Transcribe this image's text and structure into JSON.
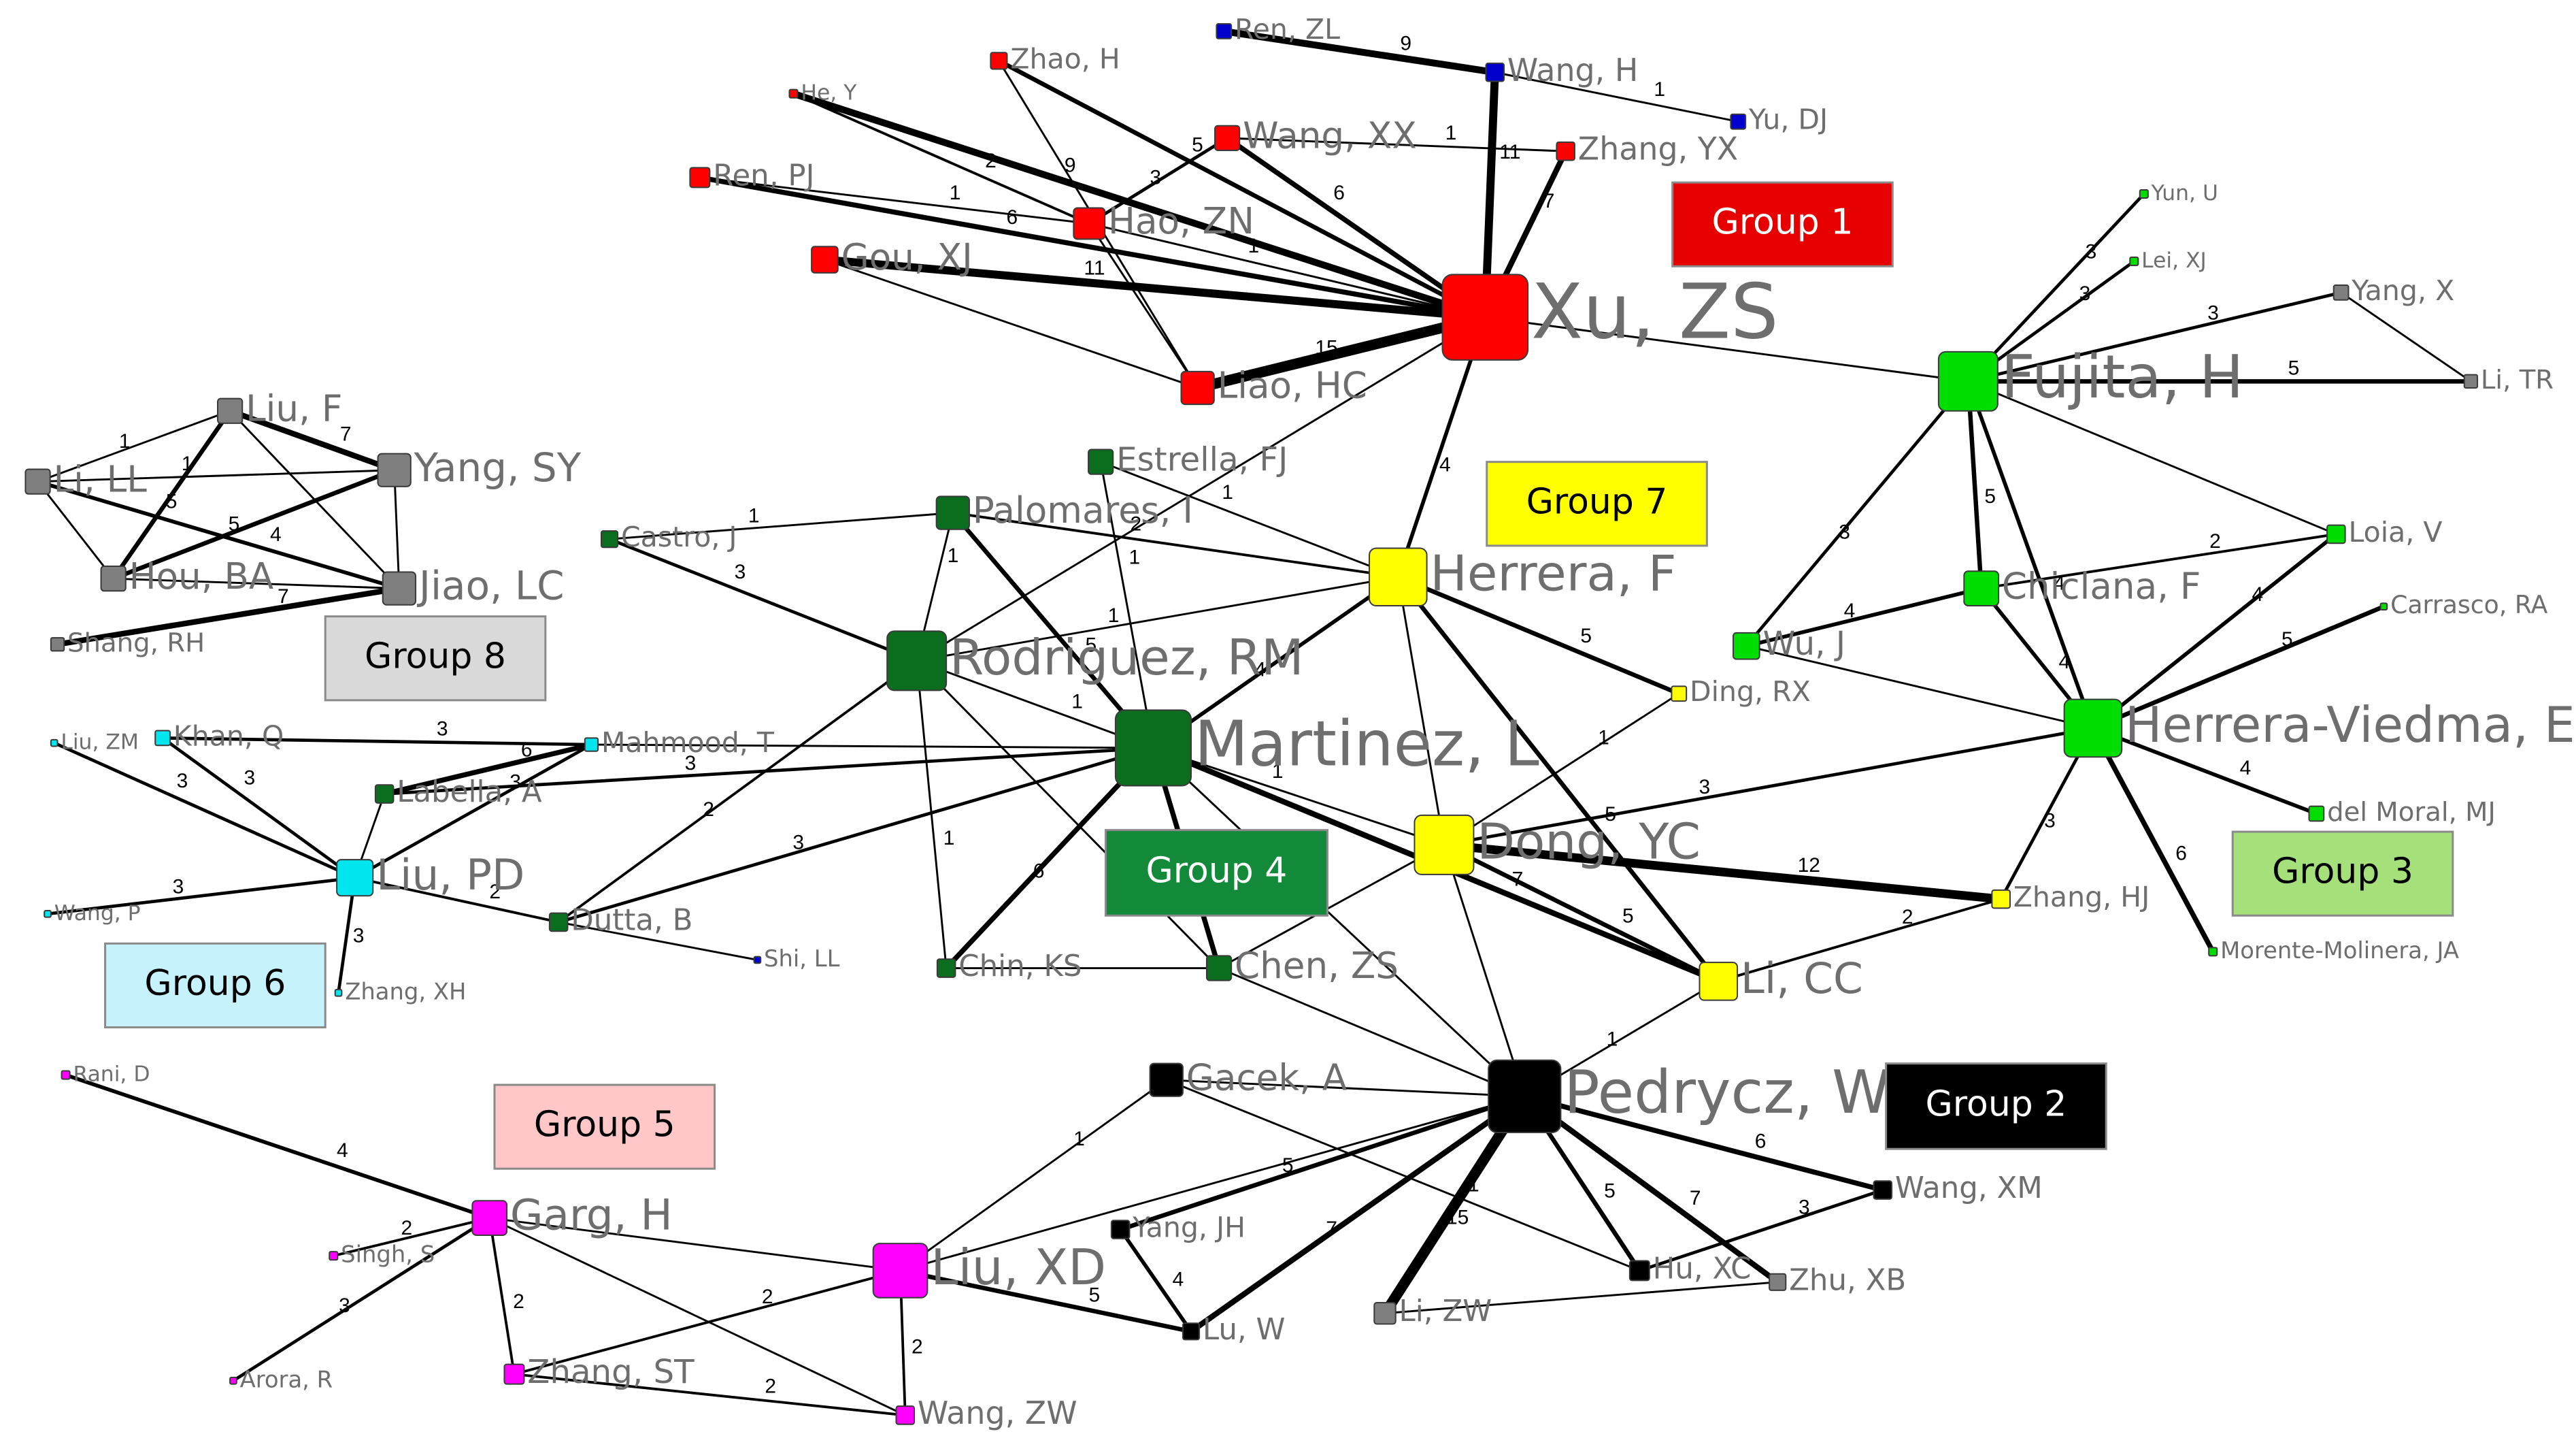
{
  "colors": {
    "group_1": "#ff0000",
    "group_2": "#000000",
    "group_3": "#00dd00",
    "group_4": "#0a6e1e",
    "group_5": "#ff00ff",
    "group_6": "#00e5ee",
    "group_7": "#ffff00",
    "group_8": "#7f7f7f",
    "dark_blue": "#0000cc",
    "edge": "#000000",
    "label": "#6e6e6e"
  },
  "groups": [
    {
      "id": "g1",
      "label": "Group 1",
      "fill": "#e60000",
      "text_color": "#ffffff"
    },
    {
      "id": "g7",
      "label": "Group 7",
      "fill": "#ffff00",
      "text_color": "#000000"
    },
    {
      "id": "g8",
      "label": "Group 8",
      "fill": "#d9d9d9",
      "text_color": "#000000"
    },
    {
      "id": "g4",
      "label": "Group 4",
      "fill": "#13893a",
      "text_color": "#ffffff"
    },
    {
      "id": "g3",
      "label": "Group 3",
      "fill": "#a6e07a",
      "text_color": "#000000"
    },
    {
      "id": "g6",
      "label": "Group 6",
      "fill": "#c6f2fb",
      "text_color": "#000000"
    },
    {
      "id": "g5",
      "label": "Group 5",
      "fill": "#ffc7c7",
      "text_color": "#000000"
    },
    {
      "id": "g2",
      "label": "Group 2",
      "fill": "#000000",
      "text_color": "#ffffff"
    }
  ],
  "nodes": [
    {
      "id": "xu_zs",
      "label": "Xu, ZS",
      "color": "#ff0000"
    },
    {
      "id": "zhao_h",
      "label": "Zhao, H",
      "color": "#ff0000"
    },
    {
      "id": "ren_zl",
      "label": "Ren, ZL",
      "color": "#0000cc"
    },
    {
      "id": "wang_h",
      "label": "Wang, H",
      "color": "#0000cc"
    },
    {
      "id": "yu_dj",
      "label": "Yu, DJ",
      "color": "#0000cc"
    },
    {
      "id": "he_y",
      "label": "He, Y",
      "color": "#ff0000"
    },
    {
      "id": "wang_xx",
      "label": "Wang, XX",
      "color": "#ff0000"
    },
    {
      "id": "zhang_yx",
      "label": "Zhang, YX",
      "color": "#ff0000"
    },
    {
      "id": "ren_pj",
      "label": "Ren, PJ",
      "color": "#ff0000"
    },
    {
      "id": "hao_zn",
      "label": "Hao, ZN",
      "color": "#ff0000"
    },
    {
      "id": "gou_xj",
      "label": "Gou, XJ",
      "color": "#ff0000"
    },
    {
      "id": "liao_hc",
      "label": "Liao, HC",
      "color": "#ff0000"
    },
    {
      "id": "fujita_h",
      "label": "Fujita, H",
      "color": "#00dd00"
    },
    {
      "id": "yun_u",
      "label": "Yun, U",
      "color": "#00dd00"
    },
    {
      "id": "lei_xj",
      "label": "Lei, XJ",
      "color": "#00dd00"
    },
    {
      "id": "yang_x",
      "label": "Yang, X",
      "color": "#7f7f7f"
    },
    {
      "id": "li_tr",
      "label": "Li, TR",
      "color": "#7f7f7f"
    },
    {
      "id": "loia_v",
      "label": "Loia, V",
      "color": "#00dd00"
    },
    {
      "id": "chiclana_f",
      "label": "Chiclana, F",
      "color": "#00dd00"
    },
    {
      "id": "carrasco_ra",
      "label": "Carrasco, RA",
      "color": "#00dd00"
    },
    {
      "id": "wu_j",
      "label": "Wu, J",
      "color": "#00dd00"
    },
    {
      "id": "herrera_viedma_e",
      "label": "Herrera-Viedma, E",
      "color": "#00dd00"
    },
    {
      "id": "del_moral_mj",
      "label": "del Moral, MJ",
      "color": "#00dd00"
    },
    {
      "id": "morente_molinera_ja",
      "label": "Morente-Molinera, JA",
      "color": "#00dd00"
    },
    {
      "id": "herrera_f",
      "label": "Herrera, F",
      "color": "#ffff00"
    },
    {
      "id": "ding_rx",
      "label": "Ding, RX",
      "color": "#ffff00"
    },
    {
      "id": "dong_yc",
      "label": "Dong, YC",
      "color": "#ffff00"
    },
    {
      "id": "zhang_hj",
      "label": "Zhang, HJ",
      "color": "#ffff00"
    },
    {
      "id": "li_cc",
      "label": "Li, CC",
      "color": "#ffff00"
    },
    {
      "id": "estrella_fj",
      "label": "Estrella, FJ",
      "color": "#0a6e1e"
    },
    {
      "id": "palomares_i",
      "label": "Palomares, I",
      "color": "#0a6e1e"
    },
    {
      "id": "castro_j",
      "label": "Castro, J",
      "color": "#0a6e1e"
    },
    {
      "id": "rodriguez_rm",
      "label": "Rodriguez, RM",
      "color": "#0a6e1e"
    },
    {
      "id": "martinez_l",
      "label": "Martinez, L",
      "color": "#0a6e1e"
    },
    {
      "id": "labella_a",
      "label": "Labella, A",
      "color": "#0a6e1e"
    },
    {
      "id": "dutta_b",
      "label": "Dutta, B",
      "color": "#0a6e1e"
    },
    {
      "id": "chin_ks",
      "label": "Chin, KS",
      "color": "#0a6e1e"
    },
    {
      "id": "chen_zs",
      "label": "Chen, ZS",
      "color": "#0a6e1e"
    },
    {
      "id": "shi_ll",
      "label": "Shi, LL",
      "color": "#0000cc"
    },
    {
      "id": "liu_f",
      "label": "Liu, F",
      "color": "#7f7f7f"
    },
    {
      "id": "yang_sy",
      "label": "Yang, SY",
      "color": "#7f7f7f"
    },
    {
      "id": "li_ll",
      "label": "Li, LL",
      "color": "#7f7f7f"
    },
    {
      "id": "hou_ba",
      "label": "Hou, BA",
      "color": "#7f7f7f"
    },
    {
      "id": "jiao_lc",
      "label": "Jiao, LC",
      "color": "#7f7f7f"
    },
    {
      "id": "shang_rh",
      "label": "Shang, RH",
      "color": "#7f7f7f"
    },
    {
      "id": "liu_zm",
      "label": "Liu, ZM",
      "color": "#00e5ee"
    },
    {
      "id": "khan_q",
      "label": "Khan, Q",
      "color": "#00e5ee"
    },
    {
      "id": "mahmood_t",
      "label": "Mahmood, T",
      "color": "#00e5ee"
    },
    {
      "id": "liu_pd",
      "label": "Liu, PD",
      "color": "#00e5ee"
    },
    {
      "id": "wang_p",
      "label": "Wang, P",
      "color": "#00e5ee"
    },
    {
      "id": "zhang_xh",
      "label": "Zhang, XH",
      "color": "#00e5ee"
    },
    {
      "id": "rani_d",
      "label": "Rani, D",
      "color": "#ff00ff"
    },
    {
      "id": "garg_h",
      "label": "Garg, H",
      "color": "#ff00ff"
    },
    {
      "id": "singh_s",
      "label": "Singh, S",
      "color": "#ff00ff"
    },
    {
      "id": "zhang_st",
      "label": "Zhang, ST",
      "color": "#ff00ff"
    },
    {
      "id": "arora_r",
      "label": "Arora, R",
      "color": "#ff00ff"
    },
    {
      "id": "liu_xd",
      "label": "Liu, XD",
      "color": "#ff00ff"
    },
    {
      "id": "wang_zw",
      "label": "Wang, ZW",
      "color": "#ff00ff"
    },
    {
      "id": "pedrycz_w",
      "label": "Pedrycz, W",
      "color": "#000000"
    },
    {
      "id": "gacek_a",
      "label": "Gacek, A",
      "color": "#000000"
    },
    {
      "id": "yang_jh",
      "label": "Yang, JH",
      "color": "#000000"
    },
    {
      "id": "lu_w",
      "label": "Lu, W",
      "color": "#000000"
    },
    {
      "id": "li_zw",
      "label": "Li, ZW",
      "color": "#7f7f7f"
    },
    {
      "id": "hu_xc",
      "label": "Hu, XC",
      "color": "#000000"
    },
    {
      "id": "zhu_xb",
      "label": "Zhu, XB",
      "color": "#7f7f7f"
    },
    {
      "id": "wang_xm",
      "label": "Wang, XM",
      "color": "#000000"
    }
  ],
  "edges": [
    {
      "source": "xu_zs",
      "target": "zhao_h",
      "weight": "5"
    },
    {
      "source": "xu_zs",
      "target": "he_y",
      "weight": "9"
    },
    {
      "source": "xu_zs",
      "target": "wang_xx",
      "weight": "6"
    },
    {
      "source": "xu_zs",
      "target": "zhang_yx",
      "weight": "7"
    },
    {
      "source": "xu_zs",
      "target": "wang_h",
      "weight": "11"
    },
    {
      "source": "xu_zs",
      "target": "ren_pj",
      "weight": "6"
    },
    {
      "source": "xu_zs",
      "target": "hao_zn",
      "weight": "1"
    },
    {
      "source": "xu_zs",
      "target": "gou_xj",
      "weight": "11"
    },
    {
      "source": "xu_zs",
      "target": "liao_hc",
      "weight": "15"
    },
    {
      "source": "xu_zs",
      "target": "herrera_f",
      "weight": "4"
    },
    {
      "source": "xu_zs",
      "target": "fujita_h",
      "weight": ""
    },
    {
      "source": "xu_zs",
      "target": "rodriguez_rm",
      "weight": ""
    },
    {
      "source": "ren_zl",
      "target": "wang_h",
      "weight": "9"
    },
    {
      "source": "wang_h",
      "target": "yu_dj",
      "weight": "1"
    },
    {
      "source": "zhao_h",
      "target": "liao_hc",
      "weight": ""
    },
    {
      "source": "wang_xx",
      "target": "zhang_yx",
      "weight": "1"
    },
    {
      "source": "wang_xx",
      "target": "hao_zn",
      "weight": "3"
    },
    {
      "source": "ren_pj",
      "target": "hao_zn",
      "weight": "1"
    },
    {
      "source": "hao_zn",
      "target": "liao_hc",
      "weight": ""
    },
    {
      "source": "gou_xj",
      "target": "liao_hc",
      "weight": ""
    },
    {
      "source": "he_y",
      "target": "hao_zn",
      "weight": "2"
    },
    {
      "source": "fujita_h",
      "target": "yun_u",
      "weight": "3"
    },
    {
      "source": "fujita_h",
      "target": "lei_xj",
      "weight": "3"
    },
    {
      "source": "fujita_h",
      "target": "li_tr",
      "weight": "5"
    },
    {
      "source": "yang_x",
      "target": "li_tr",
      "weight": ""
    },
    {
      "source": "fujita_h",
      "target": "yang_x",
      "weight": "3"
    },
    {
      "source": "fujita_h",
      "target": "chiclana_f",
      "weight": "5"
    },
    {
      "source": "fujita_h",
      "target": "herrera_viedma_e",
      "weight": "4"
    },
    {
      "source": "fujita_h",
      "target": "wu_j",
      "weight": "3"
    },
    {
      "source": "fujita_h",
      "target": "loia_v",
      "weight": ""
    },
    {
      "source": "chiclana_f",
      "target": "herrera_viedma_e",
      "weight": "4"
    },
    {
      "source": "chiclana_f",
      "target": "wu_j",
      "weight": "4"
    },
    {
      "source": "chiclana_f",
      "target": "loia_v",
      "weight": "2"
    },
    {
      "source": "herrera_viedma_e",
      "target": "loia_v",
      "weight": "4"
    },
    {
      "source": "herrera_viedma_e",
      "target": "carrasco_ra",
      "weight": "5"
    },
    {
      "source": "herrera_viedma_e",
      "target": "del_moral_mj",
      "weight": "4"
    },
    {
      "source": "herrera_viedma_e",
      "target": "morente_molinera_ja",
      "weight": "6"
    },
    {
      "source": "herrera_viedma_e",
      "target": "zhang_hj",
      "weight": "3"
    },
    {
      "source": "herrera_viedma_e",
      "target": "wu_j",
      "weight": ""
    },
    {
      "source": "herrera_viedma_e",
      "target": "dong_yc",
      "weight": "3"
    },
    {
      "source": "herrera_f",
      "target": "ding_rx",
      "weight": "5"
    },
    {
      "source": "herrera_f",
      "target": "li_cc",
      "weight": "5"
    },
    {
      "source": "herrera_f",
      "target": "estrella_fj",
      "weight": "1"
    },
    {
      "source": "herrera_f",
      "target": "palomares_i",
      "weight": "2"
    },
    {
      "source": "herrera_f",
      "target": "rodriguez_rm",
      "weight": "1"
    },
    {
      "source": "herrera_f",
      "target": "martinez_l",
      "weight": "4"
    },
    {
      "source": "herrera_f",
      "target": "dong_yc",
      "weight": ""
    },
    {
      "source": "dong_yc",
      "target": "ding_rx",
      "weight": "1"
    },
    {
      "source": "dong_yc",
      "target": "zhang_hj",
      "weight": "12"
    },
    {
      "source": "dong_yc",
      "target": "li_cc",
      "weight": "5"
    },
    {
      "source": "dong_yc",
      "target": "pedrycz_w",
      "weight": ""
    },
    {
      "source": "dong_yc",
      "target": "chen_zs",
      "weight": "1"
    },
    {
      "source": "dong_yc",
      "target": "martinez_l",
      "weight": "1"
    },
    {
      "source": "li_cc",
      "target": "zhang_hj",
      "weight": "2"
    },
    {
      "source": "li_cc",
      "target": "pedrycz_w",
      "weight": "1"
    },
    {
      "source": "martinez_l",
      "target": "li_cc",
      "weight": "7"
    },
    {
      "source": "rodriguez_rm",
      "target": "martinez_l",
      "weight": "1"
    },
    {
      "source": "rodriguez_rm",
      "target": "palomares_i",
      "weight": "1"
    },
    {
      "source": "rodriguez_rm",
      "target": "castro_j",
      "weight": "3"
    },
    {
      "source": "rodriguez_rm",
      "target": "chin_ks",
      "weight": "1"
    },
    {
      "source": "rodriguez_rm",
      "target": "dutta_b",
      "weight": "2"
    },
    {
      "source": "rodriguez_rm",
      "target": "chen_zs",
      "weight": ""
    },
    {
      "source": "palomares_i",
      "target": "castro_j",
      "weight": "1"
    },
    {
      "source": "palomares_i",
      "target": "martinez_l",
      "weight": "5"
    },
    {
      "source": "martinez_l",
      "target": "estrella_fj",
      "weight": "1"
    },
    {
      "source": "martinez_l",
      "target": "labella_a",
      "weight": "3"
    },
    {
      "source": "martinez_l",
      "target": "dutta_b",
      "weight": "3"
    },
    {
      "source": "martinez_l",
      "target": "chin_ks",
      "weight": "6"
    },
    {
      "source": "martinez_l",
      "target": "chen_zs",
      "weight": "6"
    },
    {
      "source": "martinez_l",
      "target": "mahmood_t",
      "weight": ""
    },
    {
      "source": "chin_ks",
      "target": "chen_zs",
      "weight": ""
    },
    {
      "source": "chen_zs",
      "target": "pedrycz_w",
      "weight": ""
    },
    {
      "source": "dutta_b",
      "target": "shi_ll",
      "weight": ""
    },
    {
      "source": "liu_f",
      "target": "yang_sy",
      "weight": "7"
    },
    {
      "source": "liu_f",
      "target": "jiao_lc",
      "weight": ""
    },
    {
      "source": "liu_f",
      "target": "li_ll",
      "weight": "1"
    },
    {
      "source": "liu_f",
      "target": "hou_ba",
      "weight": "5"
    },
    {
      "source": "yang_sy",
      "target": "jiao_lc",
      "weight": ""
    },
    {
      "source": "yang_sy",
      "target": "li_ll",
      "weight": "1"
    },
    {
      "source": "yang_sy",
      "target": "hou_ba",
      "weight": "5"
    },
    {
      "source": "li_ll",
      "target": "jiao_lc",
      "weight": "4"
    },
    {
      "source": "li_ll",
      "target": "hou_ba",
      "weight": ""
    },
    {
      "source": "hou_ba",
      "target": "jiao_lc",
      "weight": ""
    },
    {
      "source": "shang_rh",
      "target": "jiao_lc",
      "weight": "7"
    },
    {
      "source": "liu_pd",
      "target": "liu_zm",
      "weight": "3"
    },
    {
      "source": "liu_pd",
      "target": "khan_q",
      "weight": "3"
    },
    {
      "source": "khan_q",
      "target": "mahmood_t",
      "weight": "3"
    },
    {
      "source": "liu_pd",
      "target": "mahmood_t",
      "weight": "3"
    },
    {
      "source": "liu_pd",
      "target": "wang_p",
      "weight": "3"
    },
    {
      "source": "liu_pd",
      "target": "zhang_xh",
      "weight": "3"
    },
    {
      "source": "liu_pd",
      "target": "dutta_b",
      "weight": "2"
    },
    {
      "source": "liu_pd",
      "target": "labella_a",
      "weight": ""
    },
    {
      "source": "labella_a",
      "target": "mahmood_t",
      "weight": "6"
    },
    {
      "source": "rani_d",
      "target": "garg_h",
      "weight": "4"
    },
    {
      "source": "garg_h",
      "target": "singh_s",
      "weight": "2"
    },
    {
      "source": "garg_h",
      "target": "arora_r",
      "weight": "3"
    },
    {
      "source": "garg_h",
      "target": "zhang_st",
      "weight": "2"
    },
    {
      "source": "garg_h",
      "target": "liu_xd",
      "weight": ""
    },
    {
      "source": "garg_h",
      "target": "wang_zw",
      "weight": ""
    },
    {
      "source": "zhang_st",
      "target": "liu_xd",
      "weight": "2"
    },
    {
      "source": "zhang_st",
      "target": "wang_zw",
      "weight": "2"
    },
    {
      "source": "liu_xd",
      "target": "wang_zw",
      "weight": "2"
    },
    {
      "source": "liu_xd",
      "target": "gacek_a",
      "weight": "1"
    },
    {
      "source": "liu_xd",
      "target": "lu_w",
      "weight": "5"
    },
    {
      "source": "liu_xd",
      "target": "pedrycz_w",
      "weight": ""
    },
    {
      "source": "pedrycz_w",
      "target": "gacek_a",
      "weight": ""
    },
    {
      "source": "pedrycz_w",
      "target": "yang_jh",
      "weight": "5"
    },
    {
      "source": "pedrycz_w",
      "target": "lu_w",
      "weight": "7"
    },
    {
      "source": "pedrycz_w",
      "target": "li_zw",
      "weight": "15"
    },
    {
      "source": "pedrycz_w",
      "target": "hu_xc",
      "weight": "5"
    },
    {
      "source": "pedrycz_w",
      "target": "zhu_xb",
      "weight": "7"
    },
    {
      "source": "pedrycz_w",
      "target": "wang_xm",
      "weight": "6"
    },
    {
      "source": "gacek_a",
      "target": "hu_xc",
      "weight": "1"
    },
    {
      "source": "yang_jh",
      "target": "lu_w",
      "weight": "4"
    },
    {
      "source": "li_zw",
      "target": "zhu_xb",
      "weight": ""
    },
    {
      "source": "hu_xc",
      "target": "wang_xm",
      "weight": "3"
    },
    {
      "source": "pedrycz_w",
      "target": "martinez_l",
      "weight": ""
    }
  ]
}
